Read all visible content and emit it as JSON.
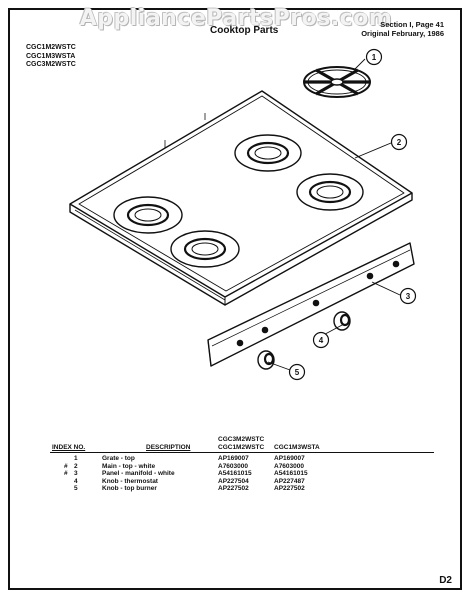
{
  "header": {
    "watermark": "AppliancePartsPros.com",
    "title": "Cooktop Parts",
    "section_line": "Section I, Page 41",
    "original_line": "Original February, 1986"
  },
  "models": [
    "CGC1M2WSTC",
    "CGC1M3WSTA",
    "CGC3M2WSTC"
  ],
  "callouts": [
    "1",
    "2",
    "3",
    "4",
    "5"
  ],
  "table": {
    "index_header": "INDEX NO.",
    "description_header": "DESCRIPTION",
    "col1_header_line1": "CGC3M2WSTC",
    "col1_header_line2": "CGC1M2WSTC",
    "col2_header": "CGC1M3WSTA",
    "rows": [
      {
        "mark": "",
        "index": "1",
        "description": "Grate - top",
        "part1": "AP169007",
        "part2": "AP169007"
      },
      {
        "mark": "#",
        "index": "2",
        "description": "Main - top - white",
        "part1": "A7603000",
        "part2": "A7603000"
      },
      {
        "mark": "#",
        "index": "3",
        "description": "Panel - manifold - white",
        "part1": "A54161015",
        "part2": "A54161015"
      },
      {
        "mark": "",
        "index": "4",
        "description": "Knob - thermostat",
        "part1": "AP227504",
        "part2": "AP227487"
      },
      {
        "mark": "",
        "index": "5",
        "description": "Knob - top burner",
        "part1": "AP227502",
        "part2": "AP227502"
      }
    ]
  },
  "footer": {
    "page_code": "D2"
  }
}
